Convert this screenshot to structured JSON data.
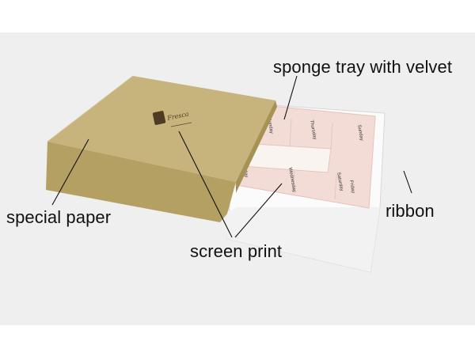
{
  "annotations": {
    "sponge_tray": "sponge tray with velvet",
    "special_paper": "special paper",
    "ribbon": "ribbon",
    "screen_print": "screen print"
  },
  "tray_days": [
    "Sunday",
    "Monday",
    "Tuesday",
    "Wednesday",
    "Thursday",
    "Friday",
    "Saturday"
  ],
  "colors": {
    "background": "#efefef",
    "lid_top": "#c7b47c",
    "lid_front": "#b5a164",
    "tray_velvet": "#f4dcd6",
    "tray_white": "#fbfbfb"
  }
}
